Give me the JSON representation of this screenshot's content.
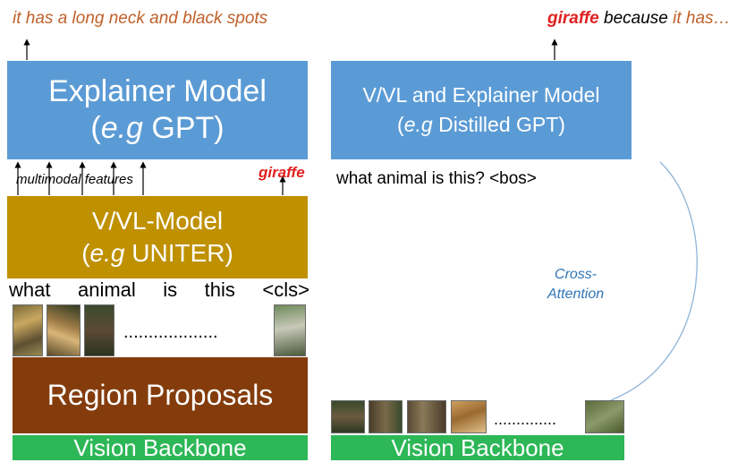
{
  "left": {
    "top_caption": "it has a long neck and black spots",
    "explainer": {
      "line1": "Explainer Model",
      "line2_italic": "e.g",
      "line2_rest": " GPT)",
      "line2_open": "("
    },
    "features_label": "multimodal features",
    "answer": "giraffe",
    "vvl": {
      "line1": "V/VL-Model",
      "line2_open": "(",
      "line2_italic": "e.g",
      "line2_rest": " UNITER)"
    },
    "question_tokens": [
      "what",
      "animal",
      "is",
      "this",
      "<cls>"
    ],
    "dots": "...................",
    "region": "Region Proposals",
    "backbone": "Vision Backbone"
  },
  "right": {
    "top_caption_red": "giraffe",
    "top_caption_mid": " because ",
    "top_caption_orange": "it has…",
    "model": {
      "line1": "V/VL and Explainer Model",
      "line2_open": "(",
      "line2_italic": "e.g",
      "line2_rest": " Distilled GPT)"
    },
    "prompt": "what animal is this? <bos>",
    "cross_attention_1": "Cross-",
    "cross_attention_2": "Attention",
    "dots": "..............",
    "backbone": "Vision Backbone"
  },
  "colors": {
    "explainer_blue": "#5b9bd5",
    "vvl_gold": "#bf9000",
    "region_brown": "#843c0c",
    "backbone_green": "#2db757",
    "caption_orange": "#c0602a",
    "answer_red": "#e02020"
  }
}
